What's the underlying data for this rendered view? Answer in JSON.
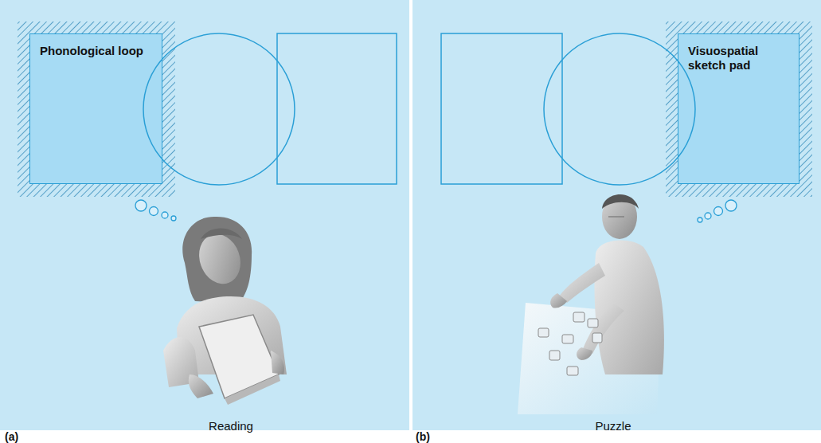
{
  "diagram": {
    "nodes": [
      {
        "text": [
          "Phonological loop"
        ]
      },
      {
        "text": [
          "Visuospatial sketch pad"
        ]
      }
    ],
    "labels": [
      "Reading",
      "Puzzle",
      "(a)",
      "(b)"
    ]
  }
}
